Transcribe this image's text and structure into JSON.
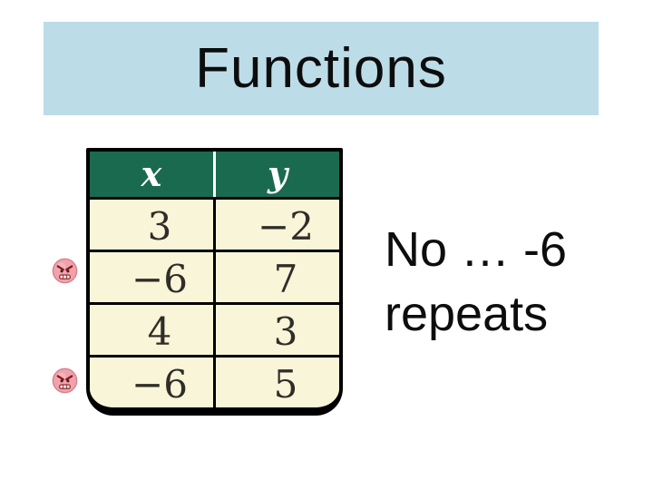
{
  "title": {
    "text": "Functions"
  },
  "table": {
    "headers": [
      "x",
      "y"
    ],
    "rows": [
      [
        "3",
        "−2"
      ],
      [
        "−6",
        "7"
      ],
      [
        "4",
        "3"
      ],
      [
        "−6",
        "5"
      ]
    ]
  },
  "annotation": {
    "line1": "No … -6",
    "line2": "repeats"
  },
  "icons": {
    "angry_face": "angry-face-icon"
  },
  "colors": {
    "title_bg": "#bcdce8",
    "table_header_bg": "#1a6a50",
    "cell_bg": "#f9f5d8",
    "table_border": "#000000",
    "number_color": "#2f2d28"
  }
}
